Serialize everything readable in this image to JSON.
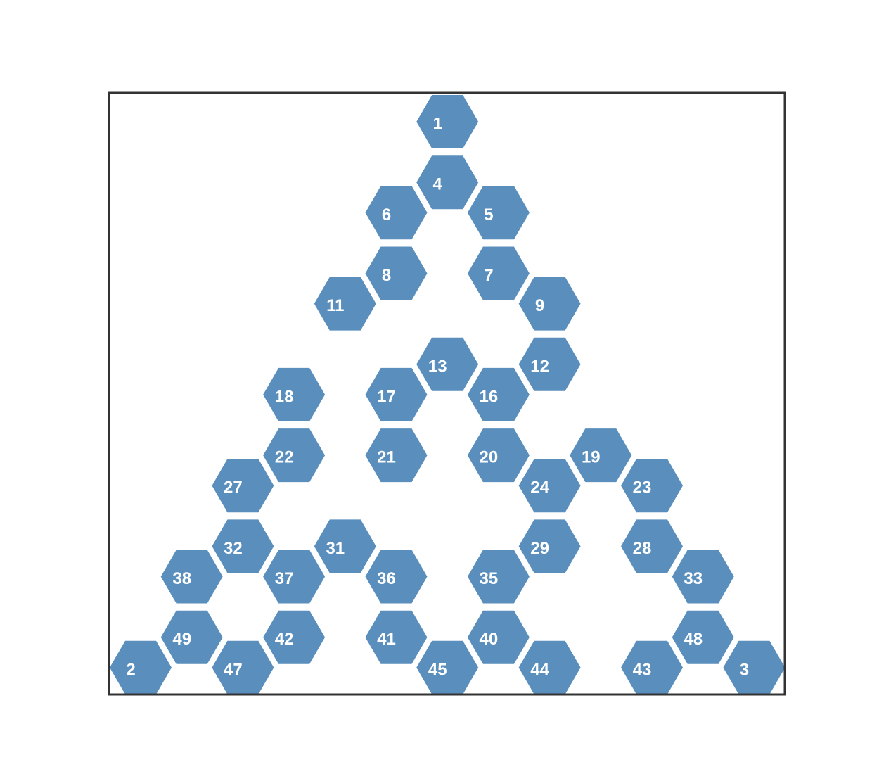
{
  "colors": {
    "hex_fill": "#5a8fbd",
    "label_text": "#ffffff",
    "frame_stroke": "#333333",
    "background": "#ffffff"
  },
  "grid": {
    "cols": 14,
    "rows": 20,
    "note_visible": false
  },
  "cells": [
    {
      "label": "1",
      "col": 6,
      "row": 0
    },
    {
      "label": "4",
      "col": 6,
      "row": 2
    },
    {
      "label": "6",
      "col": 5,
      "row": 3
    },
    {
      "label": "5",
      "col": 7,
      "row": 3
    },
    {
      "label": "8",
      "col": 5,
      "row": 5
    },
    {
      "label": "7",
      "col": 7,
      "row": 5
    },
    {
      "label": "11",
      "col": 4,
      "row": 6
    },
    {
      "label": "9",
      "col": 8,
      "row": 6
    },
    {
      "label": "13",
      "col": 6,
      "row": 8
    },
    {
      "label": "12",
      "col": 8,
      "row": 8
    },
    {
      "label": "18",
      "col": 3,
      "row": 9
    },
    {
      "label": "17",
      "col": 5,
      "row": 9
    },
    {
      "label": "16",
      "col": 7,
      "row": 9
    },
    {
      "label": "22",
      "col": 3,
      "row": 11
    },
    {
      "label": "21",
      "col": 5,
      "row": 11
    },
    {
      "label": "20",
      "col": 7,
      "row": 11
    },
    {
      "label": "19",
      "col": 9,
      "row": 11
    },
    {
      "label": "27",
      "col": 2,
      "row": 12
    },
    {
      "label": "24",
      "col": 8,
      "row": 12
    },
    {
      "label": "23",
      "col": 10,
      "row": 12
    },
    {
      "label": "32",
      "col": 2,
      "row": 14
    },
    {
      "label": "31",
      "col": 4,
      "row": 14
    },
    {
      "label": "29",
      "col": 8,
      "row": 14
    },
    {
      "label": "28",
      "col": 10,
      "row": 14
    },
    {
      "label": "38",
      "col": 1,
      "row": 15
    },
    {
      "label": "37",
      "col": 3,
      "row": 15
    },
    {
      "label": "36",
      "col": 5,
      "row": 15
    },
    {
      "label": "35",
      "col": 7,
      "row": 15
    },
    {
      "label": "33",
      "col": 11,
      "row": 15
    },
    {
      "label": "49",
      "col": 1,
      "row": 17
    },
    {
      "label": "42",
      "col": 3,
      "row": 17
    },
    {
      "label": "41",
      "col": 5,
      "row": 17
    },
    {
      "label": "40",
      "col": 7,
      "row": 17
    },
    {
      "label": "48",
      "col": 11,
      "row": 17
    },
    {
      "label": "2",
      "col": 0,
      "row": 18
    },
    {
      "label": "47",
      "col": 2,
      "row": 18
    },
    {
      "label": "45",
      "col": 6,
      "row": 18
    },
    {
      "label": "44",
      "col": 8,
      "row": 18
    },
    {
      "label": "43",
      "col": 10,
      "row": 18
    },
    {
      "label": "3",
      "col": 12,
      "row": 18
    }
  ]
}
